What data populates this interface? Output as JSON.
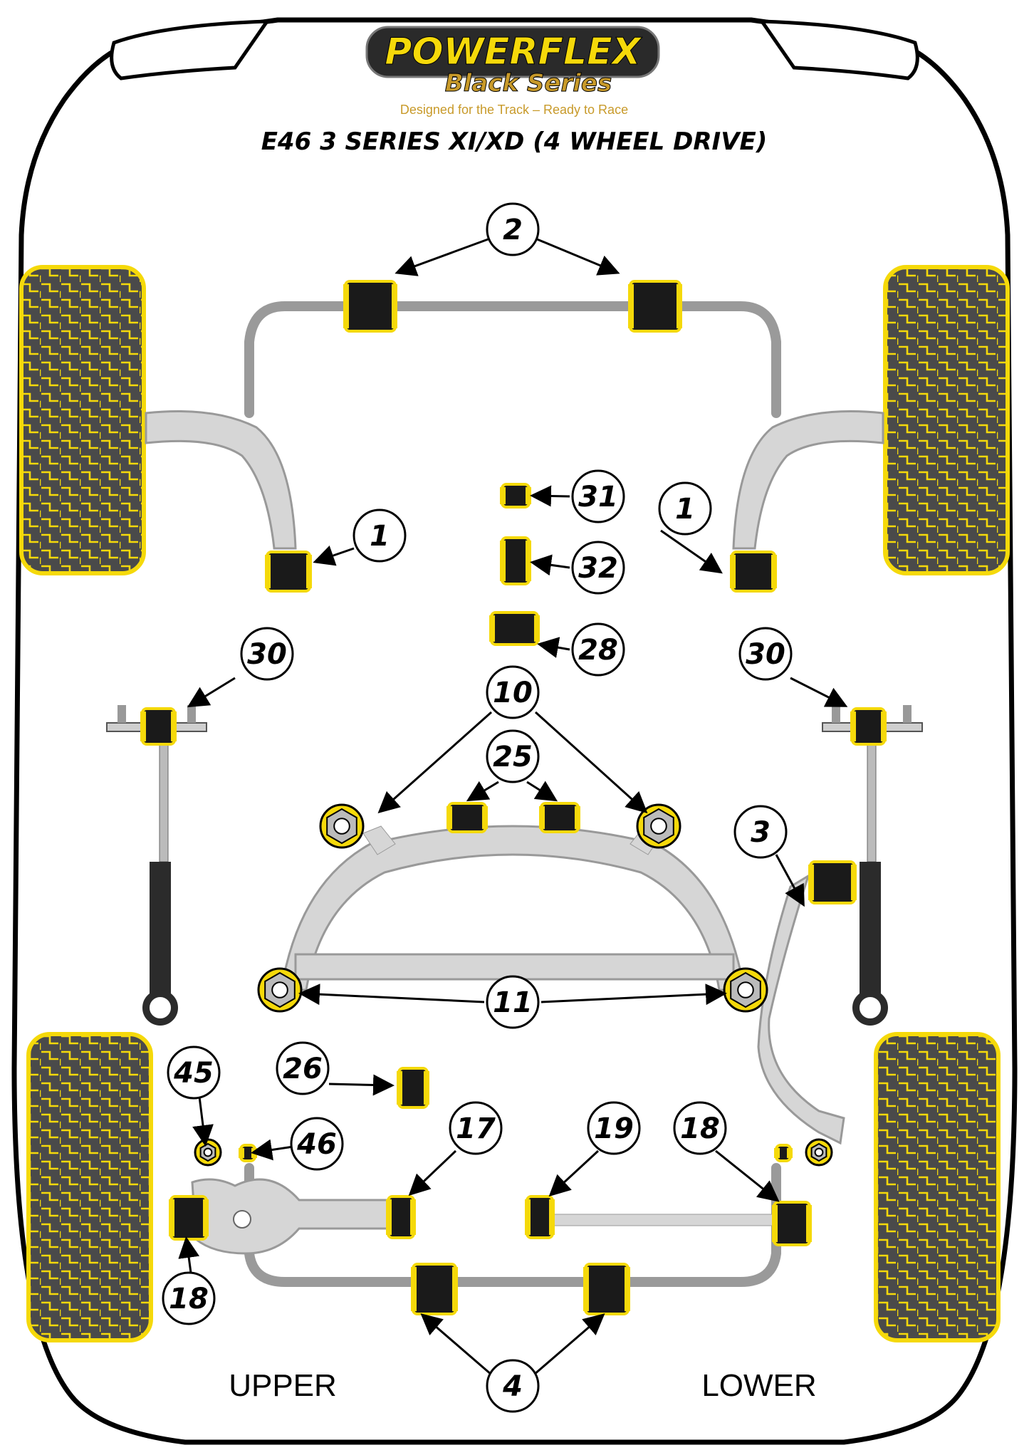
{
  "brand": {
    "name": "POWERFLEX",
    "series": "Black Series",
    "tagline": "Designed for the Track – Ready to Race"
  },
  "title": "E46 3 SERIES XI/XD (4 WHEEL DRIVE)",
  "part_numbers": [
    "1",
    "2",
    "30",
    "31",
    "32",
    "28",
    "10",
    "25",
    "3",
    "11",
    "45",
    "26",
    "46",
    "17",
    "19",
    "18",
    "4"
  ],
  "labels": {
    "upper": "UPPER",
    "lower": "LOWER"
  },
  "colors": {
    "bush_yellow": "#f5d90a",
    "bush_black": "#1a1a1a",
    "tyre_grey": "#4a4a4a",
    "arm_grey": "#bdbdbd",
    "outline": "#000000"
  },
  "icons": [
    "tyre-icon",
    "bush-icon",
    "hex-nut-icon",
    "strut-mount-icon",
    "arrow-icon"
  ]
}
